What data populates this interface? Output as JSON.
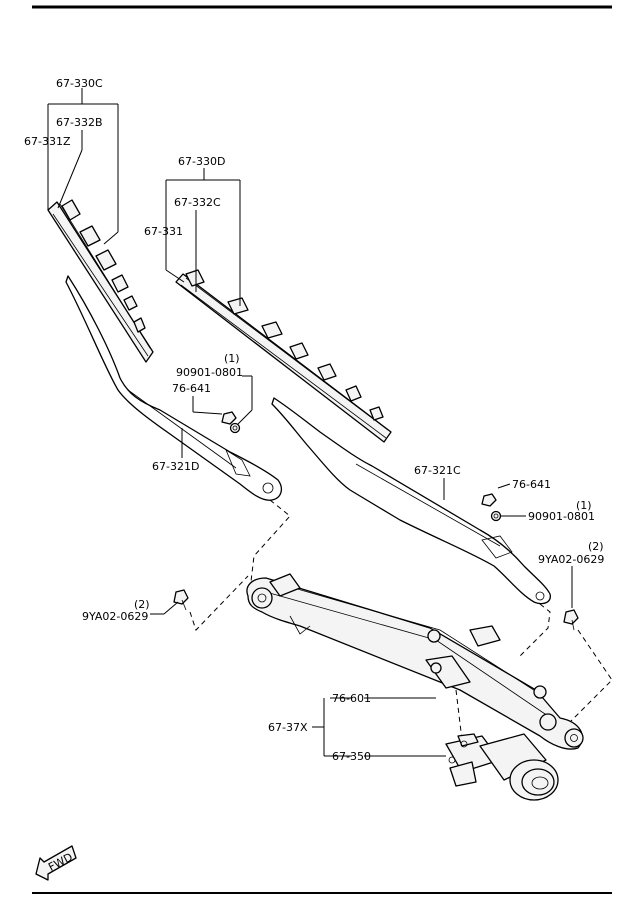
{
  "labels": {
    "blade_driver_assy": "67-330C",
    "blade_driver_rubber": "67-332B",
    "blade_driver_insert": "67-331Z",
    "blade_passenger_assy": "67-330D",
    "blade_passenger_rubber": "67-332C",
    "blade_passenger_insert": "67-331",
    "nut_left": "90901-0801",
    "nut_left_qty": "(1)",
    "cap_left": "76-641",
    "arm_left": "67-321D",
    "arm_right": "67-321C",
    "cap_right": "76-641",
    "nut_right_qty": "(1)",
    "nut_right": "90901-0801",
    "bolt_right_qty": "(2)",
    "bolt_right": "9YA02-0629",
    "bolt_left_qty": "(2)",
    "bolt_left": "9YA02-0629",
    "linkage_cap": "76-601",
    "link_assy": "67-37X",
    "motor": "67-350"
  },
  "direction": {
    "label": "FWD",
    "icon": "forward-arrow-icon"
  }
}
